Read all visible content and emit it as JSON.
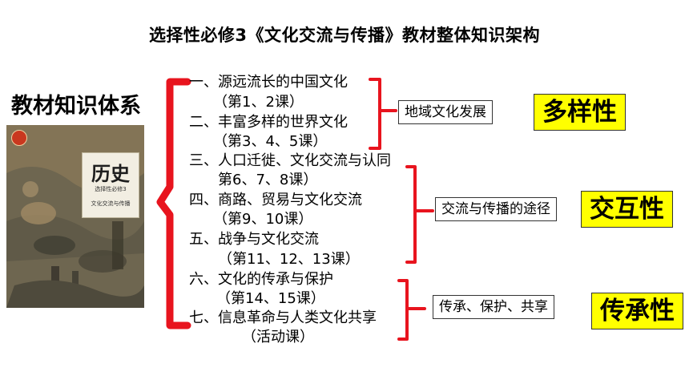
{
  "title": "选择性必修3《文化交流与传播》教材整体知识架构",
  "system_label": "教材知识体系",
  "book": {
    "title": "历史",
    "subtitle": "选择性必修3",
    "name": "文化交流与传播"
  },
  "lessons": [
    "一、源远流长的中国文化",
    "（第1、2课）",
    "二、丰富多样的世界文化",
    "（第3、4、5课）",
    "三、人口迁徙、文化交流与认同",
    "第6、7、8课）",
    "四、商路、贸易与文化交流",
    "（第9、10课）",
    "五、战争与文化交流",
    "（第11、12、13课）",
    "六、文化的传承与保护",
    "（第14、15课）",
    "七、信息革命与人类文化共享",
    "（活动课）"
  ],
  "groups": [
    {
      "label": "地域文化发展",
      "feature": "多样性"
    },
    {
      "label": "交流与传播的途径",
      "feature": "交互性"
    },
    {
      "label": "传承、保护、共享",
      "feature": "传承性"
    }
  ],
  "colors": {
    "bracket": "#e8141e",
    "highlight": "#ffff00"
  }
}
